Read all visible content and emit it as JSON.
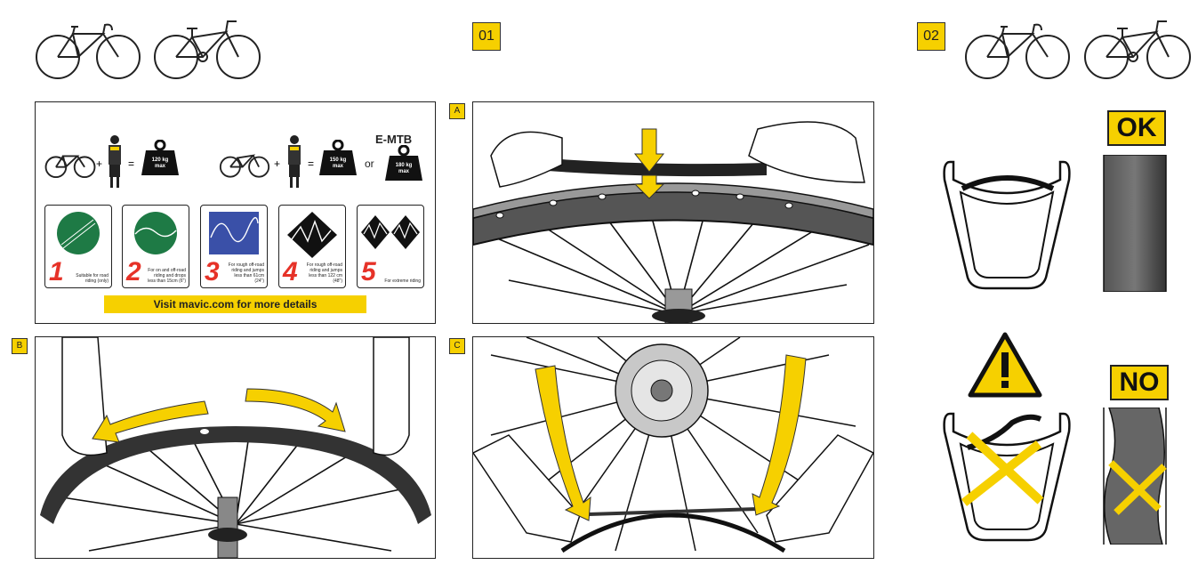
{
  "steps": {
    "step1": "01",
    "step2": "02"
  },
  "panel_labels": {
    "a": "A",
    "b": "B",
    "c": "C"
  },
  "info": {
    "emtb": "E-MTB",
    "or": "or",
    "weights": [
      {
        "value": "120 kg",
        "suffix": "max"
      },
      {
        "value": "150 kg",
        "suffix": "max"
      },
      {
        "value": "180 kg",
        "suffix": "max"
      }
    ],
    "cards": [
      {
        "number": "1",
        "text": "Suitable for road riding (only)"
      },
      {
        "number": "2",
        "text": "For on and off-road riding and drops less than 15cm (6\")"
      },
      {
        "number": "3",
        "text": "For rough off-road riding and jumps less than 61cm (24\")"
      },
      {
        "number": "4",
        "text": "For rough off-road riding and jumps less than 122 cm (48\")"
      },
      {
        "number": "5",
        "text": "For extreme riding"
      }
    ],
    "banner": "Visit mavic.com for more details"
  },
  "ok_label": "OK",
  "no_label": "NO",
  "colors": {
    "accent": "#f6d000",
    "danger": "#e63228",
    "green": "#1e7a45",
    "blue": "#3a50a8"
  },
  "icons": [
    "road-bike-icon",
    "hybrid-bike-icon",
    "rider-icon",
    "weight-icon",
    "warning-icon",
    "cross-icon",
    "arrow-icon"
  ]
}
